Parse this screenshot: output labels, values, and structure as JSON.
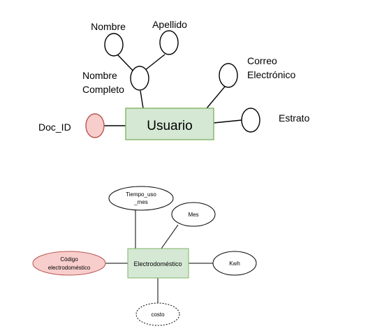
{
  "colors": {
    "entity_fill": "#d5e8d4",
    "entity_stroke": "#82b366",
    "key_fill": "#f8cecc",
    "key_stroke": "#b85450",
    "line": "#000000"
  },
  "diagram1": {
    "entity": "Usuario",
    "attributes": {
      "nombre": "Nombre",
      "apellido": "Apellido",
      "nombre_completo_line1": "Nombre",
      "nombre_completo_line2": "Completo",
      "correo_line1": "Correo",
      "correo_line2": "Electrónico",
      "estrato": "Estrato",
      "doc_id": "Doc_ID"
    }
  },
  "diagram2": {
    "entity": "Electrodoméstico",
    "attributes": {
      "tiempo_uso_line1": "Tiempo_uso",
      "tiempo_uso_line2": "_mes",
      "mes": "Mes",
      "kwh": "Kwh",
      "codigo_line1": "Código",
      "codigo_line2": "electrodoméstico",
      "costo": "costo"
    }
  }
}
